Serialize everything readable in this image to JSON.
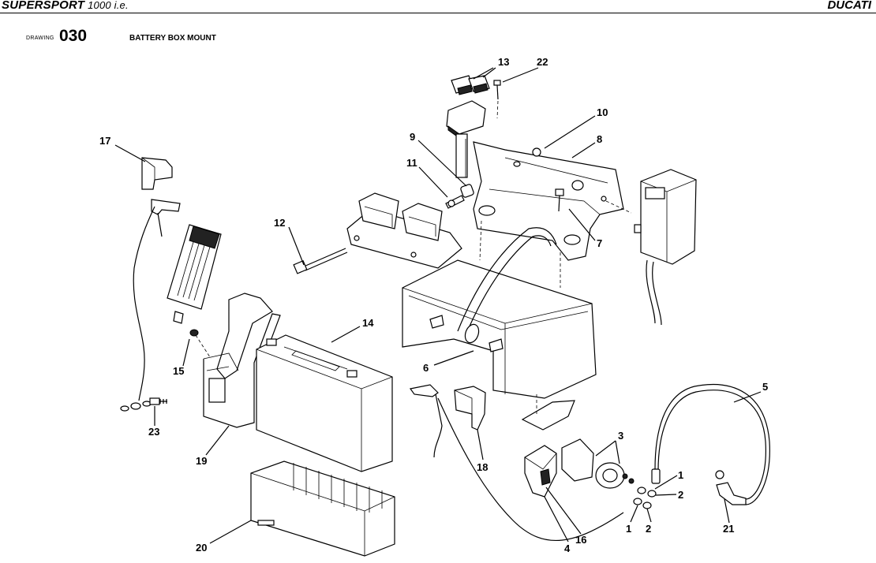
{
  "header": {
    "model": "SUPERSPORT",
    "model_suffix": "1000 i.e.",
    "maker": "DUCATI"
  },
  "drawing": {
    "label": "DRAWING",
    "number": "030",
    "title": "BATTERY BOX MOUNT"
  },
  "callouts": [
    "13",
    "22",
    "10",
    "8",
    "9",
    "11",
    "17",
    "12",
    "7",
    "14",
    "6",
    "15",
    "23",
    "19",
    "5",
    "3",
    "18",
    "1",
    "2",
    "1",
    "2",
    "21",
    "16",
    "4",
    "20"
  ]
}
